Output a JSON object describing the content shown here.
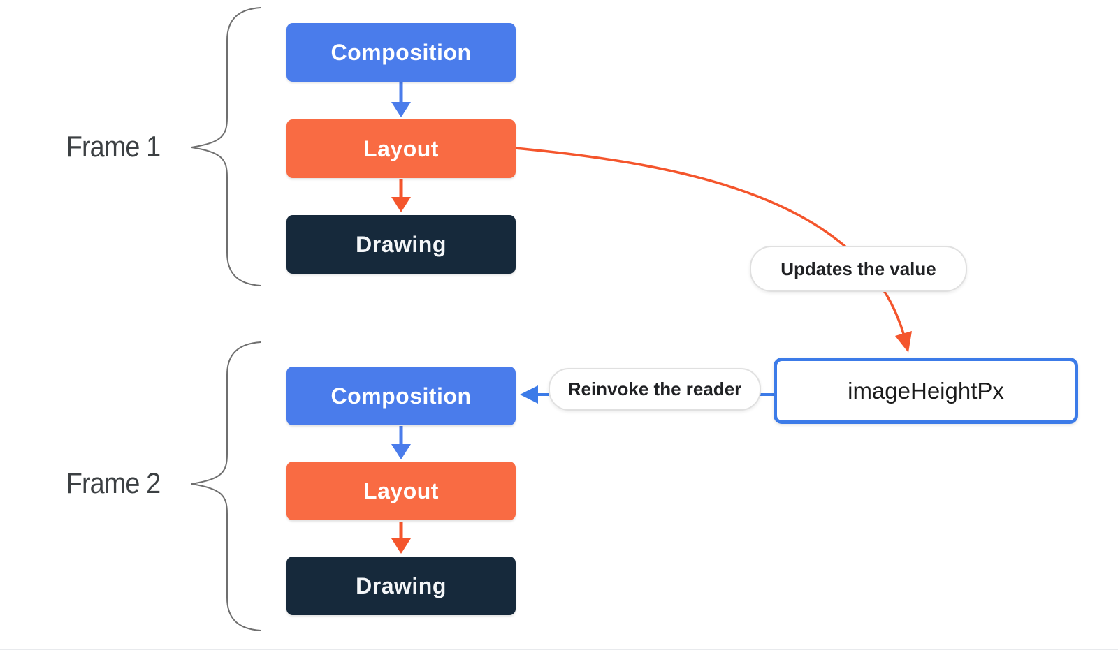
{
  "diagram": {
    "frames": [
      {
        "label": "Frame 1",
        "phases": [
          {
            "label": "Composition"
          },
          {
            "label": "Layout"
          },
          {
            "label": "Drawing"
          }
        ]
      },
      {
        "label": "Frame 2",
        "phases": [
          {
            "label": "Composition"
          },
          {
            "label": "Layout"
          },
          {
            "label": "Drawing"
          }
        ]
      }
    ],
    "callouts": {
      "updates": "Updates the value",
      "reinvoke": "Reinvoke the reader"
    },
    "state_box": {
      "label": "imageHeightPx"
    },
    "colors": {
      "composition_box": "#4A7CEB",
      "layout_box": "#F96B43",
      "drawing_box": "#16293B",
      "blue_arrow": "#4A7CEB",
      "orange_arrow": "#F4552C",
      "state_box_border": "#3C7BE8",
      "brace_stroke": "#6F6F6F",
      "callout_border": "#E0E0E0",
      "text_dark": "#202124"
    }
  }
}
